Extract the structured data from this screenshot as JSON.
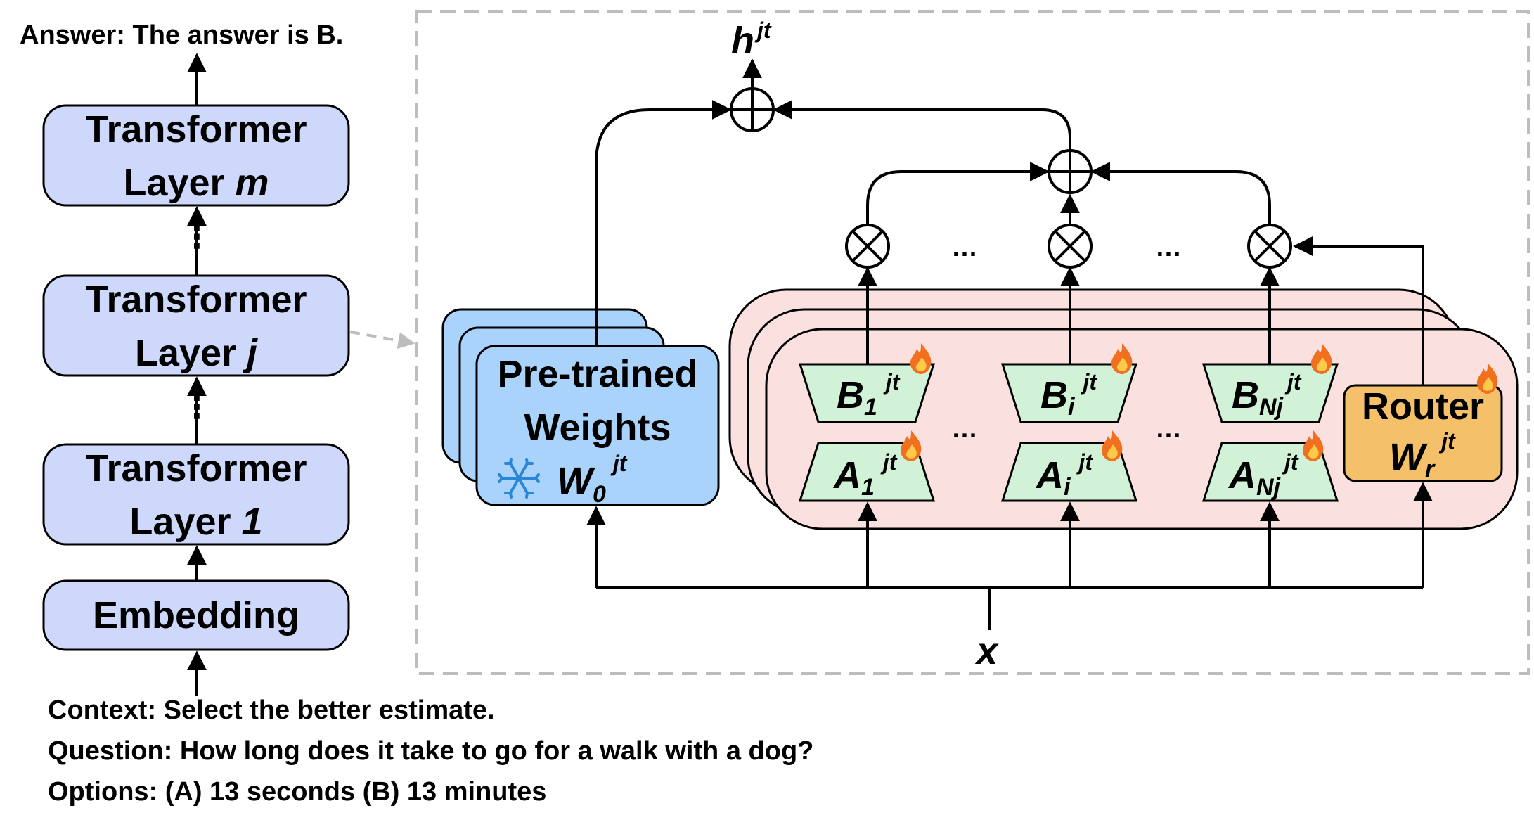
{
  "answer": "Answer: The answer is B.",
  "context": "Context: Select the better estimate.",
  "question": "Question: How long does it take to go for a walk with a dog?",
  "options": "Options: (A) 13 seconds (B) 13 minutes",
  "stack": {
    "layer_word": "Transformer",
    "layer_prefix": "Layer ",
    "layer_m": "m",
    "layer_j": "j",
    "layer_1": "1",
    "embedding": "Embedding",
    "dots": "⋮"
  },
  "pretrained": {
    "line1": "Pre-trained",
    "line2": "Weights",
    "w": "W",
    "w_sub": "0",
    "w_sup": "jt"
  },
  "experts": {
    "b": "B",
    "a": "A",
    "sub_1": "1",
    "sub_i": "i",
    "sub_n": "Nj",
    "sup": "jt",
    "ellipsis": "…"
  },
  "router": {
    "label": "Router",
    "w": "W",
    "w_sub": "r",
    "w_sup": "jt"
  },
  "output": {
    "h": "h",
    "h_sup": "jt"
  },
  "input": {
    "x": "x"
  },
  "colors": {
    "layer_fill": "#cdd8fb",
    "weights_fill": "#a9d3fb",
    "moe_fill": "#fbe0e0",
    "expert_fill": "#d2f2d8",
    "router_fill": "#f5c06a",
    "dash": "#bdbdbd",
    "snowflake": "#2a86d6",
    "flame": "#f07020"
  },
  "icons": {
    "frozen": "snowflake-icon",
    "trainable": "flame-icon",
    "sum": "circled-plus-icon",
    "product": "circled-times-icon"
  }
}
